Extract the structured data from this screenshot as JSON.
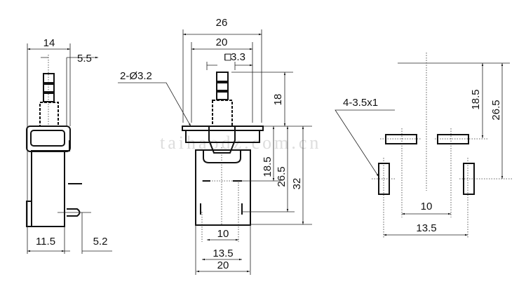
{
  "watermark": "taihaodz.com.cn",
  "side_view": {
    "dim_width": "14",
    "dim_plunger_offset": "5.5",
    "dim_bottom_left": "11.5",
    "dim_bottom_right": "5.2"
  },
  "front_view": {
    "dim_overall": "26",
    "dim_flange": "20",
    "dim_plunger": "□3.3",
    "mount_holes": "2-Ø3.2",
    "dim_plunger_height": "18",
    "dim_pin_row1": "18.5",
    "dim_pin_row2": "26.5",
    "dim_body_height": "32",
    "dim_pin_spacing_inner": "10",
    "dim_pin_spacing_outer": "13.5",
    "dim_body_width": "20"
  },
  "footprint_view": {
    "pad_callout": "4-3.5x1",
    "dim_row1": "18.5",
    "dim_row2": "26.5",
    "dim_inner": "10",
    "dim_outer": "13.5"
  }
}
